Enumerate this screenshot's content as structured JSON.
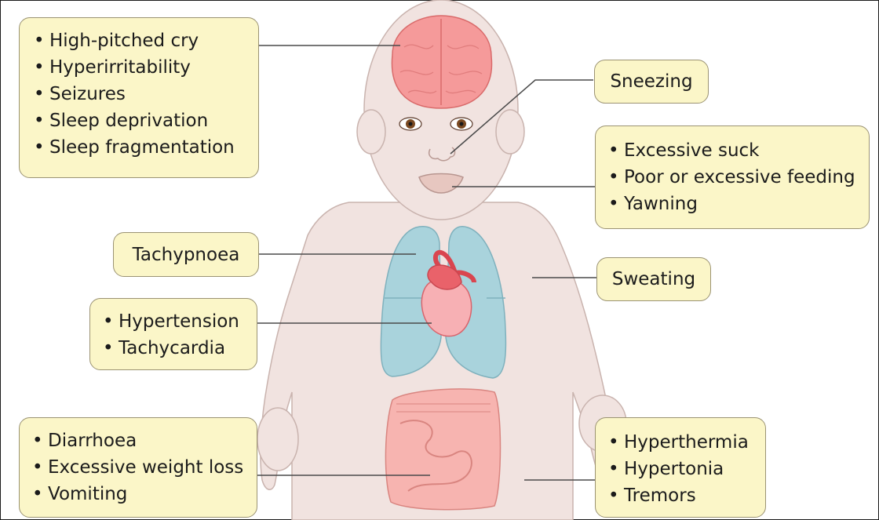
{
  "labels": {
    "brain": [
      "High-pitched cry",
      "Hyperirritability",
      "Seizures",
      "Sleep deprivation",
      "Sleep fragmentation"
    ],
    "nose": "Sneezing",
    "mouth": [
      "Excessive suck",
      "Poor or excessive feeding",
      "Yawning"
    ],
    "lungs": "Tachypnoea",
    "skin": "Sweating",
    "heart": [
      "Hypertension",
      "Tachycardia"
    ],
    "gut": [
      "Diarrhoea",
      "Excessive weight loss",
      "Vomiting"
    ],
    "body": [
      "Hyperthermia",
      "Hypertonia",
      "Tremors"
    ]
  },
  "colors": {
    "box_fill": "#fbf6c8",
    "box_border": "#9b9373",
    "skin": "#f1e3e0",
    "brain": "#f59a9a",
    "lungs": "#a9d3dc",
    "heart": "#e9626a",
    "intestine": "#f7b4b0"
  }
}
